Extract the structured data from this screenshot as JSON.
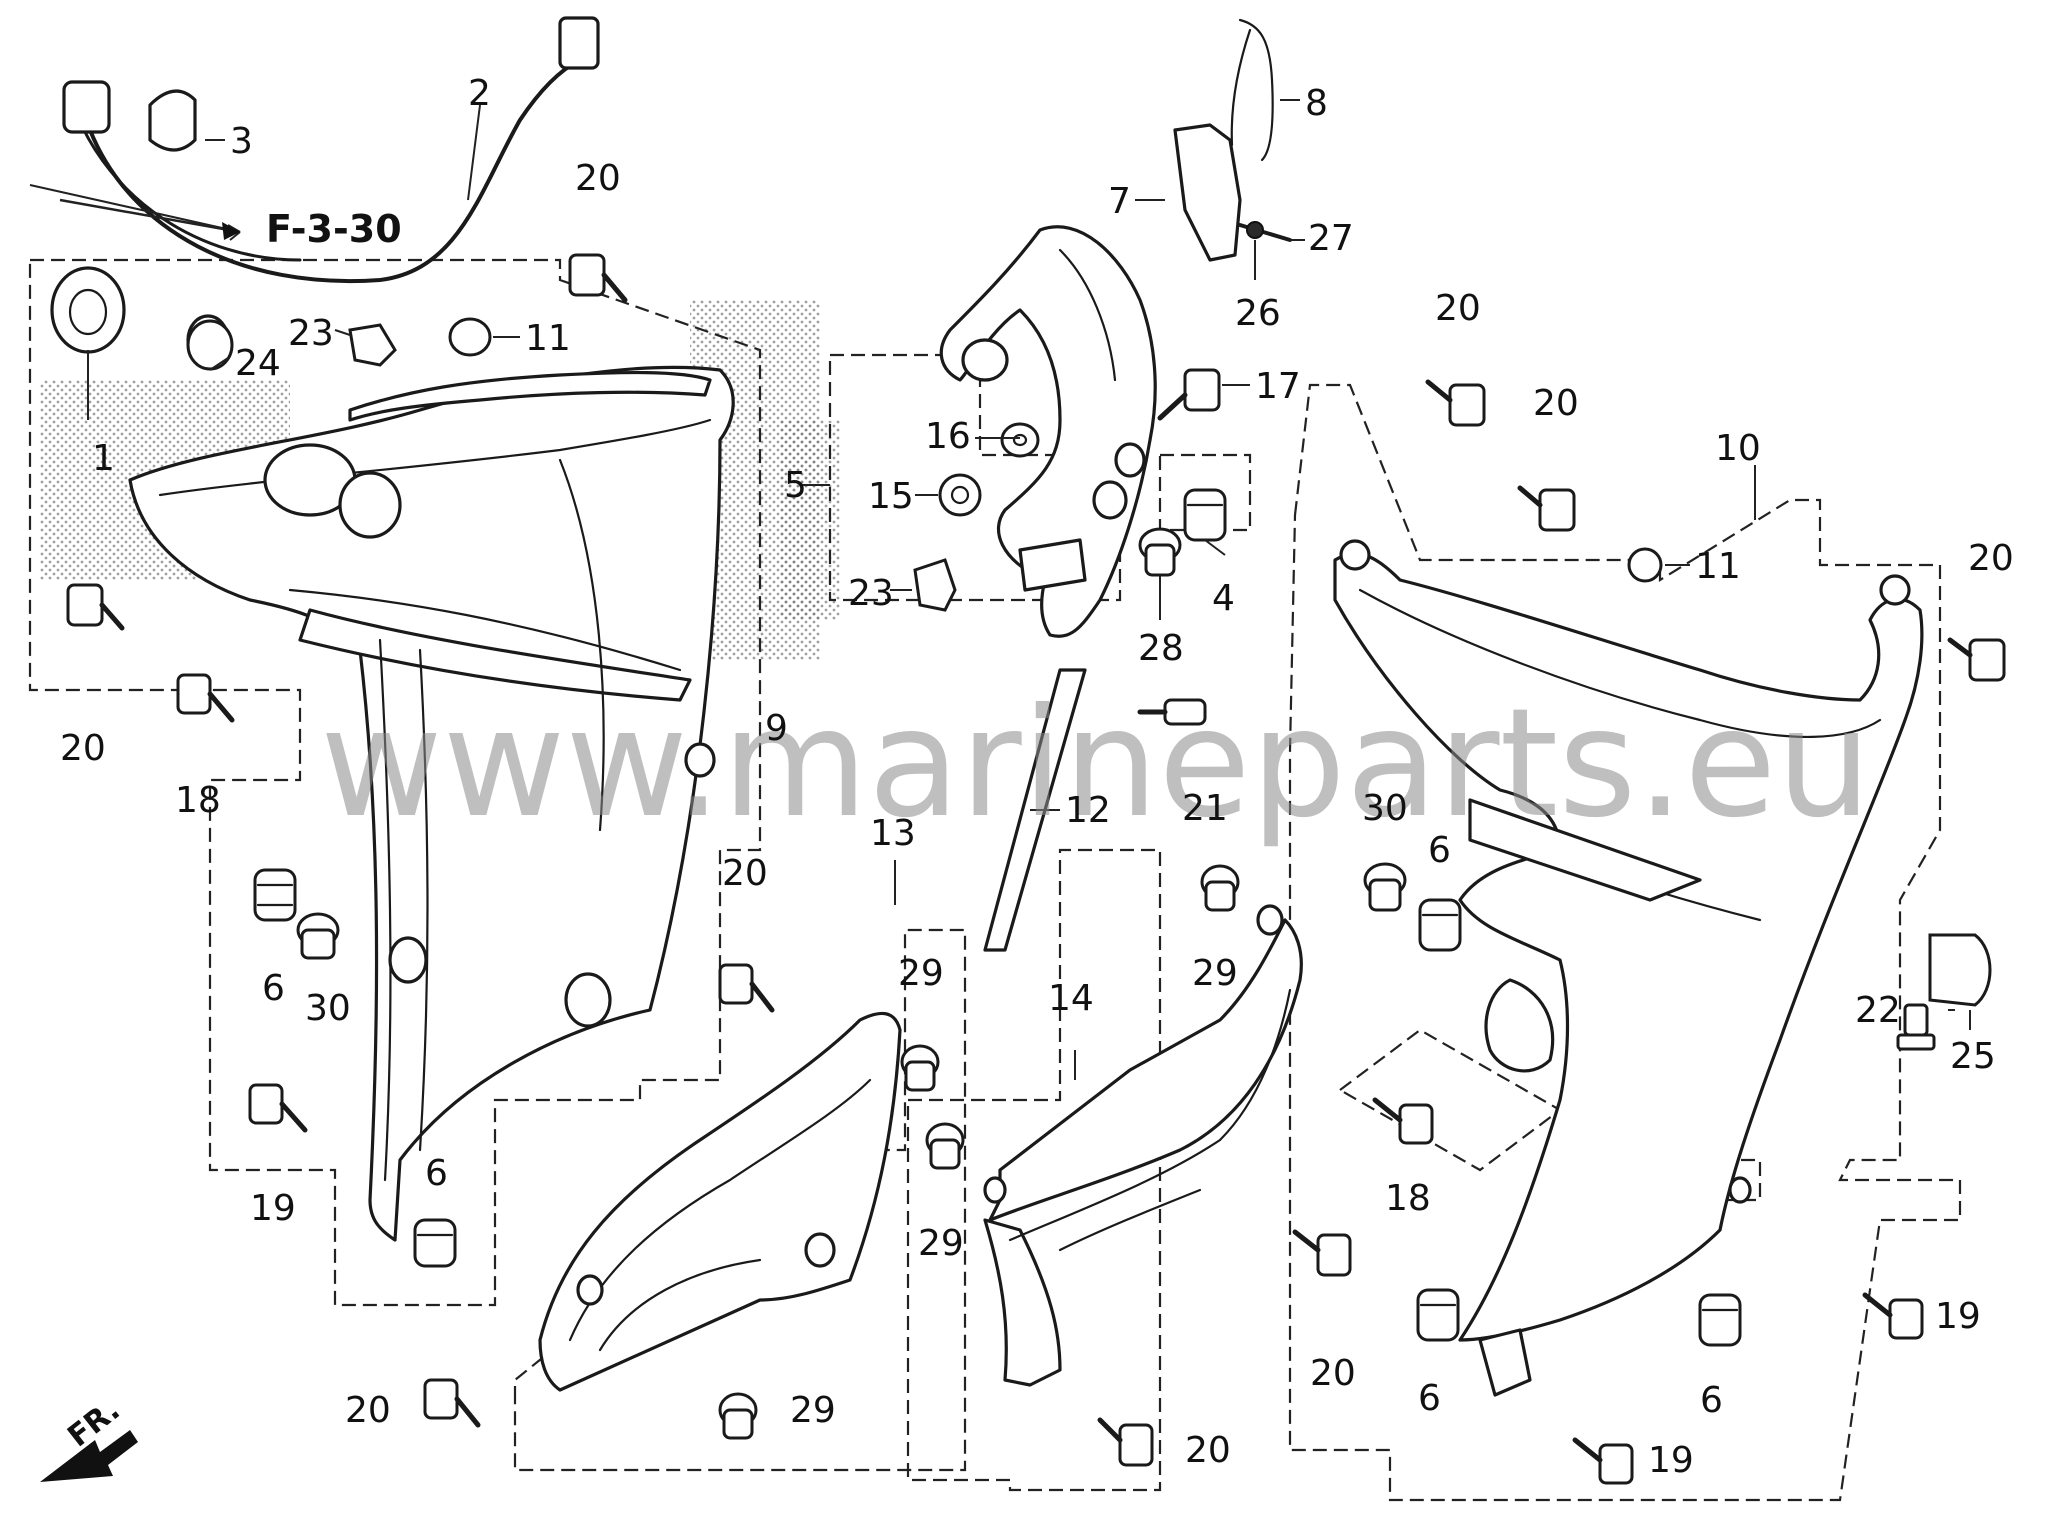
{
  "watermark": "www.marineparts.eu",
  "reference_label": "F-3-30",
  "front_label": "FR.",
  "part_numbers": [
    "1",
    "2",
    "3",
    "4",
    "5",
    "6",
    "7",
    "8",
    "9",
    "10",
    "11",
    "12",
    "13",
    "14",
    "15",
    "16",
    "17",
    "18",
    "19",
    "20",
    "21",
    "22",
    "23",
    "24",
    "25",
    "26",
    "27",
    "28",
    "29",
    "30"
  ],
  "callouts": [
    {
      "n": "1"
    },
    {
      "n": "2"
    },
    {
      "n": "3"
    },
    {
      "n": "24"
    },
    {
      "n": "23"
    },
    {
      "n": "11"
    },
    {
      "n": "20"
    },
    {
      "n": "20"
    },
    {
      "n": "18"
    },
    {
      "n": "9"
    },
    {
      "n": "6"
    },
    {
      "n": "30"
    },
    {
      "n": "19"
    },
    {
      "n": "6"
    },
    {
      "n": "5"
    },
    {
      "n": "16"
    },
    {
      "n": "15"
    },
    {
      "n": "23"
    },
    {
      "n": "8"
    },
    {
      "n": "7"
    },
    {
      "n": "27"
    },
    {
      "n": "26"
    },
    {
      "n": "17"
    },
    {
      "n": "4"
    },
    {
      "n": "28"
    },
    {
      "n": "12"
    },
    {
      "n": "13"
    },
    {
      "n": "20"
    },
    {
      "n": "29"
    },
    {
      "n": "29"
    },
    {
      "n": "20"
    },
    {
      "n": "14"
    },
    {
      "n": "21"
    },
    {
      "n": "29"
    },
    {
      "n": "29"
    },
    {
      "n": "20"
    },
    {
      "n": "20"
    },
    {
      "n": "20"
    },
    {
      "n": "20"
    },
    {
      "n": "10"
    },
    {
      "n": "11"
    },
    {
      "n": "20"
    },
    {
      "n": "30"
    },
    {
      "n": "6"
    },
    {
      "n": "18"
    },
    {
      "n": "22"
    },
    {
      "n": "25"
    },
    {
      "n": "19"
    },
    {
      "n": "6"
    },
    {
      "n": "6"
    },
    {
      "n": "19"
    }
  ]
}
